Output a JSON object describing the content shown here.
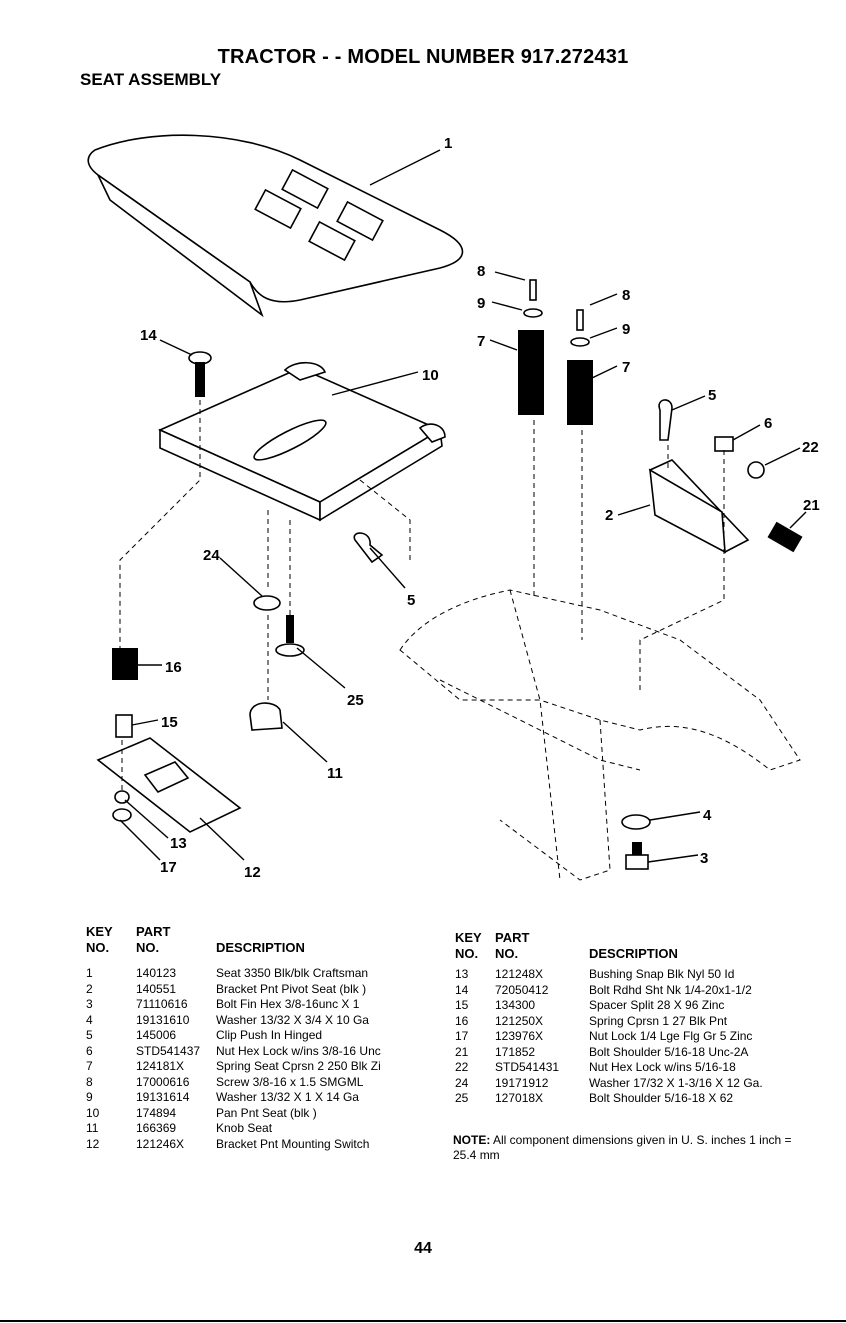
{
  "header": {
    "title": "TRACTOR - - MODEL NUMBER 917.272431",
    "subtitle": "SEAT ASSEMBLY"
  },
  "diagram": {
    "callouts": [
      "1",
      "14",
      "10",
      "8",
      "9",
      "7",
      "8",
      "9",
      "7",
      "5",
      "6",
      "22",
      "21",
      "2",
      "24",
      "5",
      "16",
      "25",
      "15",
      "11",
      "13",
      "17",
      "12",
      "4",
      "3"
    ]
  },
  "parts_table": {
    "headers": {
      "key": "KEY",
      "no": "NO.",
      "part": "PART",
      "part_no": "NO.",
      "description": "DESCRIPTION"
    },
    "left": [
      {
        "key": "1",
        "part": "140123",
        "description": "Seat 3350 Blk/blk Craftsman"
      },
      {
        "key": "2",
        "part": "140551",
        "description": "Bracket Pnt Pivot Seat (blk )"
      },
      {
        "key": "3",
        "part": "71110616",
        "description": "Bolt Fin Hex 3/8-16unc X 1"
      },
      {
        "key": "4",
        "part": "19131610",
        "description": "Washer 13/32 X 3/4 X 10 Ga"
      },
      {
        "key": "5",
        "part": "145006",
        "description": "Clip Push In Hinged"
      },
      {
        "key": "6",
        "part": "STD541437",
        "description": "Nut Hex Lock w/ins 3/8-16 Unc"
      },
      {
        "key": "7",
        "part": "124181X",
        "description": "Spring Seat Cprsn 2 250 Blk Zi"
      },
      {
        "key": "8",
        "part": "17000616",
        "description": "Screw 3/8-16 x 1.5 SMGML"
      },
      {
        "key": "9",
        "part": "19131614",
        "description": "Washer 13/32 X 1 X 14 Ga"
      },
      {
        "key": "10",
        "part": "174894",
        "description": "Pan Pnt Seat (blk )"
      },
      {
        "key": "11",
        "part": "166369",
        "description": "Knob Seat"
      },
      {
        "key": "12",
        "part": "121246X",
        "description": "Bracket Pnt Mounting Switch"
      }
    ],
    "right": [
      {
        "key": "13",
        "part": "121248X",
        "description": "Bushing Snap Blk Nyl 50 Id"
      },
      {
        "key": "14",
        "part": "72050412",
        "description": "Bolt Rdhd Sht Nk 1/4-20x1-1/2"
      },
      {
        "key": "15",
        "part": "134300",
        "description": "Spacer Split 28 X 96 Zinc"
      },
      {
        "key": "16",
        "part": "121250X",
        "description": "Spring Cprsn 1 27 Blk Pnt"
      },
      {
        "key": "17",
        "part": "123976X",
        "description": "Nut Lock 1/4 Lge Flg Gr 5 Zinc"
      },
      {
        "key": "21",
        "part": "171852",
        "description": "Bolt Shoulder 5/16-18 Unc-2A"
      },
      {
        "key": "22",
        "part": "STD541431",
        "description": "Nut Hex Lock w/ins 5/16-18"
      },
      {
        "key": "24",
        "part": "19171912",
        "description": "Washer 17/32 X 1-3/16 X 12 Ga."
      },
      {
        "key": "25",
        "part": "127018X",
        "description": "Bolt Shoulder 5/16-18 X 62"
      }
    ]
  },
  "note": {
    "label": "NOTE:",
    "text": "All component dimensions given in U. S. inches 1 inch = 25.4 mm"
  },
  "page_number": "44"
}
